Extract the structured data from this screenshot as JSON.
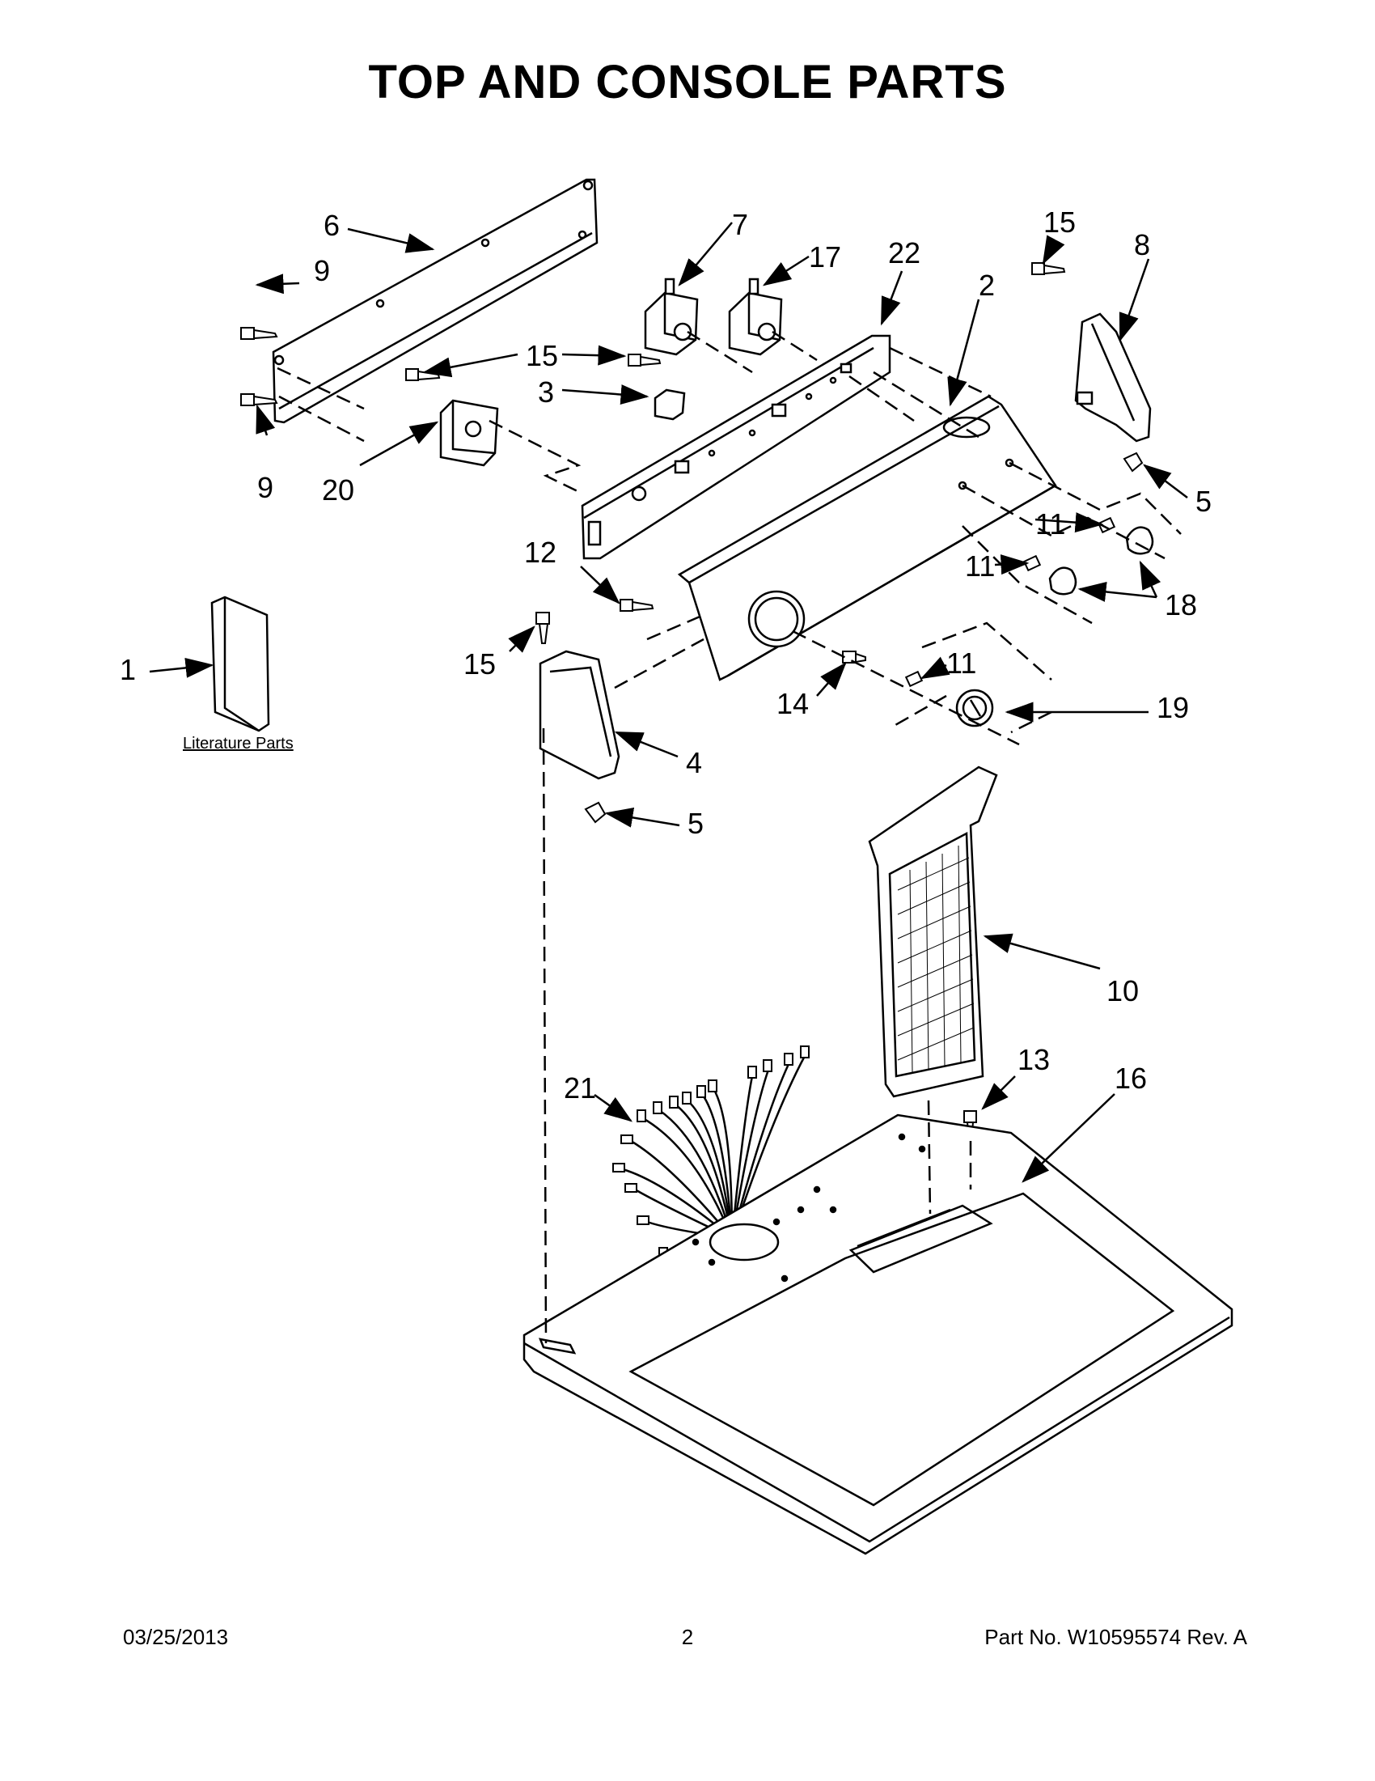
{
  "title": "TOP AND CONSOLE PARTS",
  "literature_label": "Literature Parts",
  "callouts": {
    "c1": "1",
    "c2": "2",
    "c3": "3",
    "c4": "4",
    "c5a": "5",
    "c5b": "5",
    "c6": "6",
    "c7": "7",
    "c8": "8",
    "c9a": "9",
    "c9b": "9",
    "c10": "10",
    "c11a": "11",
    "c11b": "11",
    "c11c": "11",
    "c12": "12",
    "c13": "13",
    "c14": "14",
    "c15a": "15",
    "c15b": "15",
    "c15c": "15",
    "c16": "16",
    "c17": "17",
    "c18": "18",
    "c19": "19",
    "c20": "20",
    "c21": "21",
    "c22": "22"
  },
  "footer": {
    "date": "03/25/2013",
    "page": "2",
    "part_no": "Part No.  W10595574  Rev.  A"
  }
}
